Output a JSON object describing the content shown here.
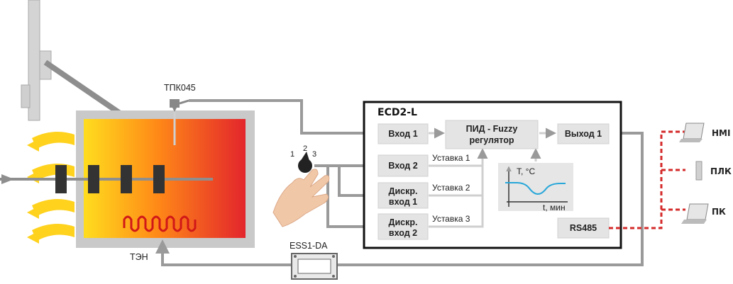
{
  "sensor_label": "ТПК045",
  "heater_label": "ТЭН",
  "relay_label": "ESS1-DA",
  "switch_positions": [
    "1",
    "2",
    "3"
  ],
  "controller": {
    "title": "ECD2-L",
    "in1": "Вход 1",
    "in2": "Вход 2",
    "disc1": [
      "Дискр.",
      "вход 1"
    ],
    "disc2": [
      "Дискр.",
      "вход 2"
    ],
    "pid": [
      "ПИД - Fuzzy",
      "регулятор"
    ],
    "out1": "Выход 1",
    "rs485": "RS485",
    "setpoint1": "Уставка 1",
    "setpoint2": "Уставка 2",
    "setpoint3": "Уставка 3",
    "graph_y": "T, °C",
    "graph_x": "t, мин"
  },
  "devices": [
    "HMI",
    "ПЛК",
    "ПК"
  ],
  "colors": {
    "line": "#9a9a9a",
    "block_fill": "#e4e4e4",
    "network": "#d42a2a",
    "oven_hot": "#e3252c",
    "oven_warm": "#ffd21e",
    "curve": "#28a7d9"
  }
}
